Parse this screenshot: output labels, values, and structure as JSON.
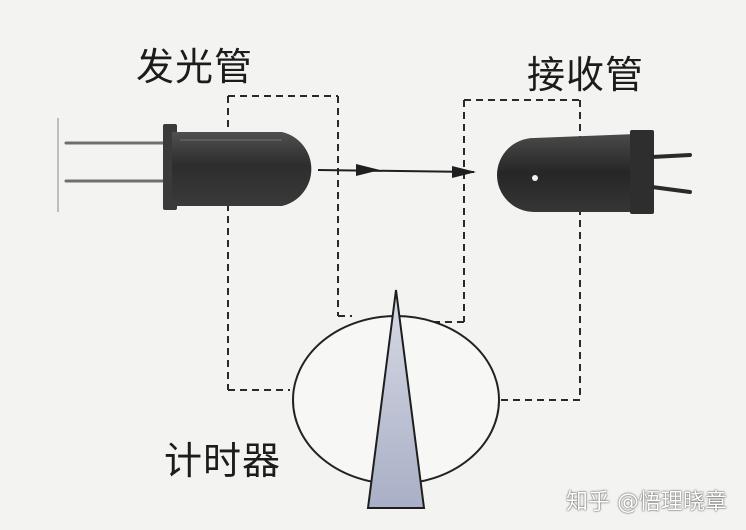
{
  "labels": {
    "emitter": "发光管",
    "receiver": "接收管",
    "timer": "计时器"
  },
  "watermark": "知乎 @悟理晓章",
  "colors": {
    "background": "#f3f3f1",
    "line": "#2a2a2a",
    "device_body": "#3e3e3e",
    "pointer_fill": "#b9bed0"
  }
}
